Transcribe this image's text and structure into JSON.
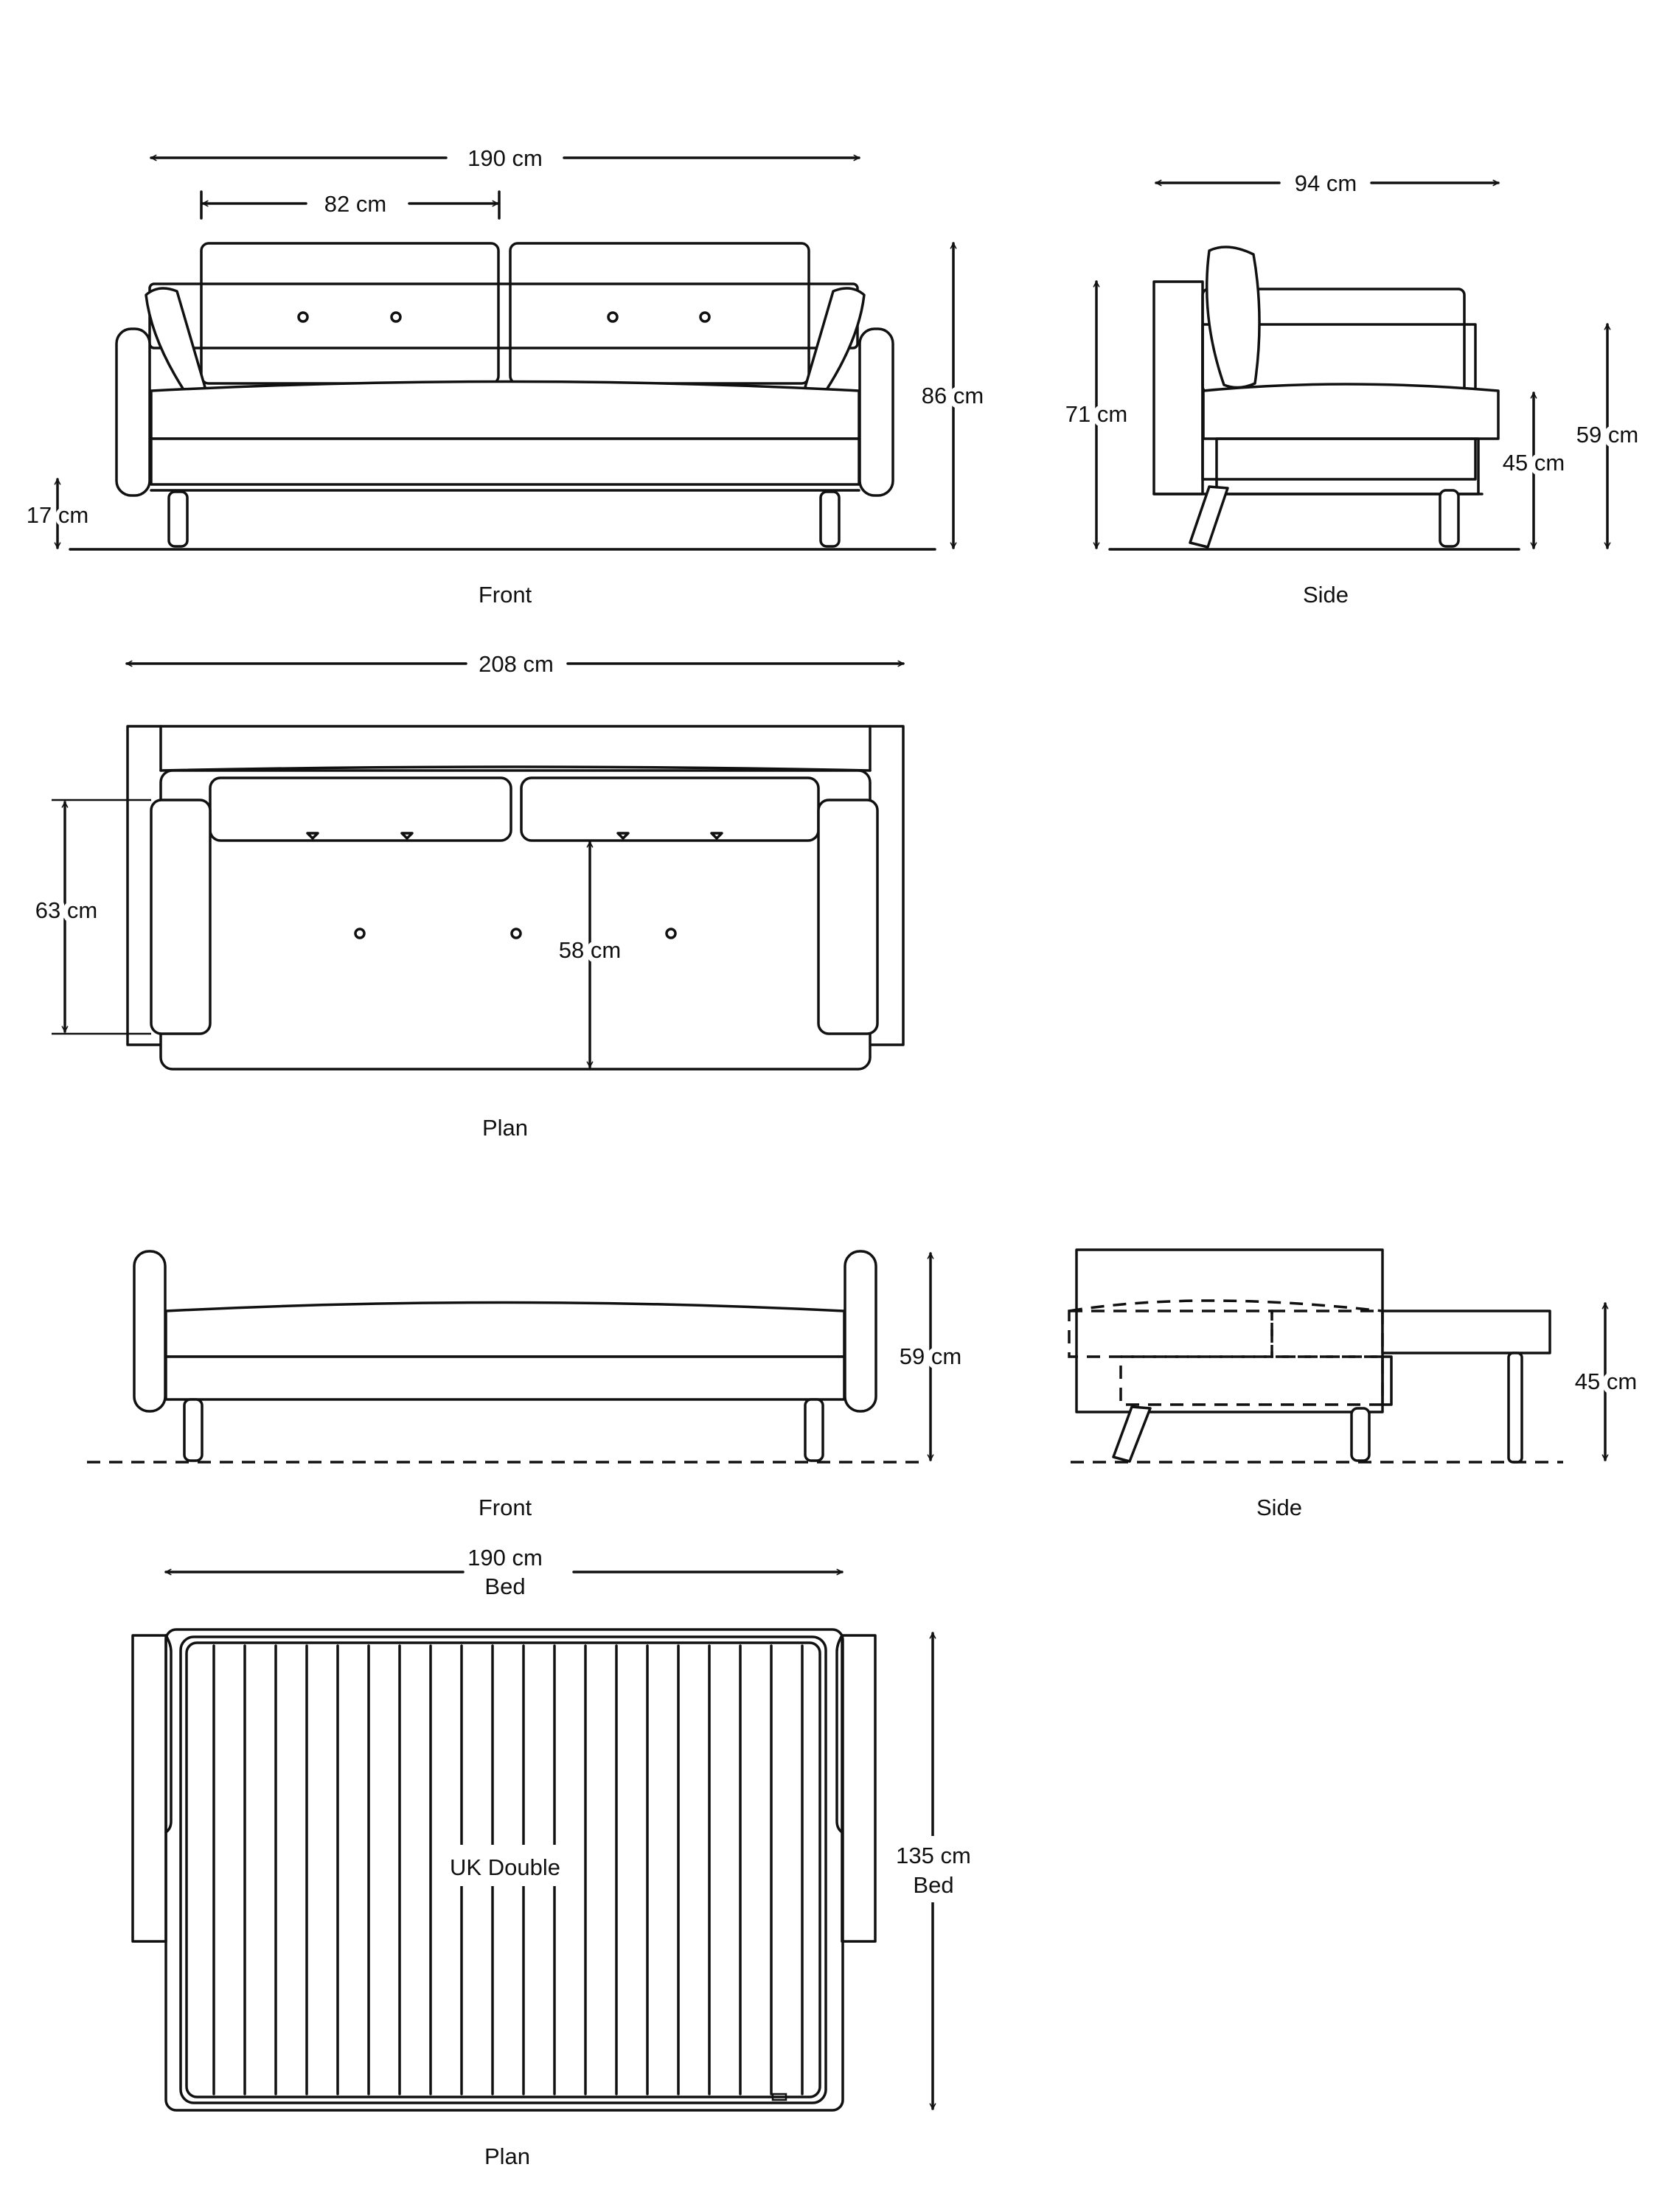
{
  "front_sofa": {
    "width": "190 cm",
    "cushion_width": "82 cm",
    "height": "86 cm",
    "leg_height": "17 cm",
    "caption": "Front"
  },
  "side_sofa": {
    "depth": "94 cm",
    "back_height": "71 cm",
    "arm_height": "59 cm",
    "seat_height": "45 cm",
    "caption": "Side"
  },
  "plan_sofa": {
    "width": "208 cm",
    "arm_depth": "63 cm",
    "seat_depth": "58 cm",
    "caption": "Plan"
  },
  "front_bed": {
    "height": "59 cm",
    "caption": "Front"
  },
  "side_bed": {
    "height": "45 cm",
    "caption": "Side"
  },
  "plan_bed": {
    "length_value": "190 cm",
    "length_unit": "Bed",
    "width_value": "135 cm",
    "width_unit": "Bed",
    "mattress_label": "UK Double",
    "caption": "Plan"
  }
}
